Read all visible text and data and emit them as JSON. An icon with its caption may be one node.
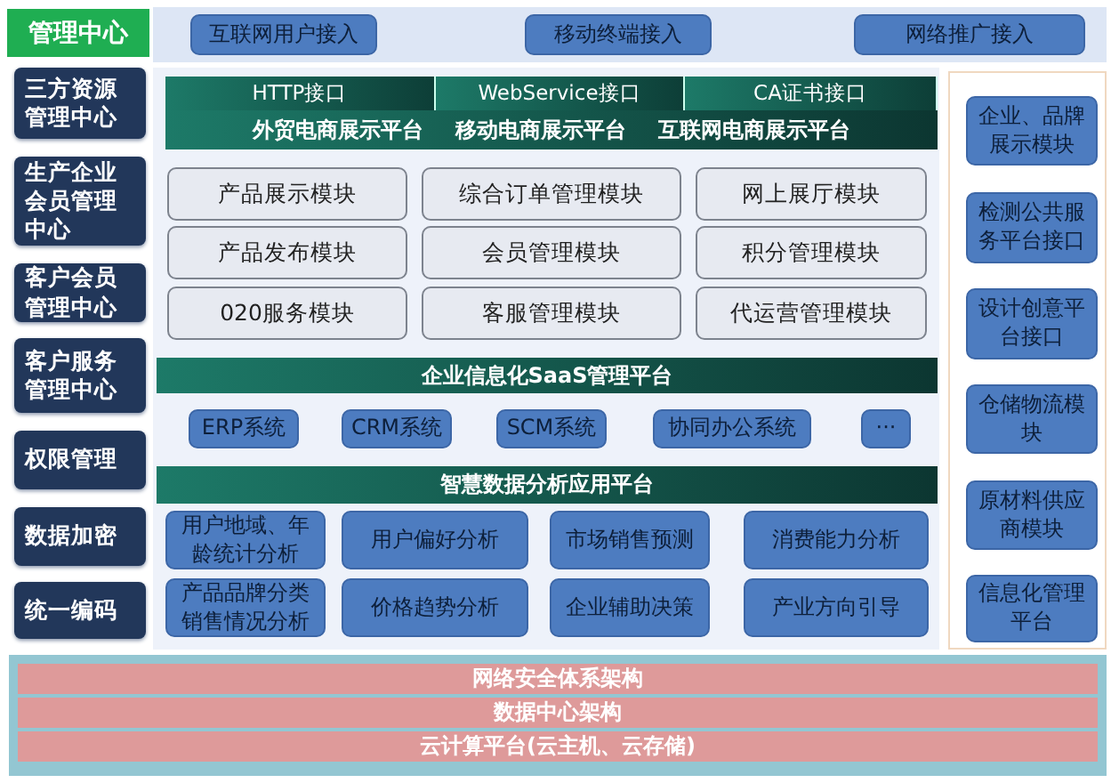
{
  "diagram": {
    "nodes": [
      {
        "text": [
          "管理中心"
        ]
      },
      {
        "text": [],
        "shape": "box"
      },
      {
        "text": [
          "互联网用户接入"
        ],
        "in": 1
      },
      {
        "text": [
          "移动终端接入"
        ],
        "in": 1
      },
      {
        "text": [
          "网络推广接入"
        ],
        "in": 1
      },
      {
        "text": [
          "三方资源管理中心"
        ]
      },
      {
        "text": [
          "生产企业会员管理中心"
        ]
      },
      {
        "text": [
          "客户会员管理中心"
        ]
      },
      {
        "text": [
          "客户服务管理中心"
        ]
      },
      {
        "text": [
          "权限管理"
        ]
      },
      {
        "text": [
          "数据加密"
        ]
      },
      {
        "text": [
          "统一编码"
        ]
      },
      {
        "text": [],
        "shape": "box"
      },
      {
        "text": [
          "HTTP接口"
        ],
        "in": 12
      },
      {
        "text": [
          "WebService接口"
        ],
        "in": 12
      },
      {
        "text": [
          "CA证书接口"
        ],
        "in": 12
      },
      {
        "text": [
          "外贸电商展示平台",
          "移动电商展示平台",
          "互联网电商展示平台"
        ],
        "in": 12
      },
      {
        "text": [
          "产品展示模块"
        ],
        "in": 12
      },
      {
        "text": [
          "综合订单管理模块"
        ],
        "in": 12
      },
      {
        "text": [
          "网上展厅模块"
        ],
        "in": 12
      },
      {
        "text": [
          "产品发布模块"
        ],
        "in": 12
      },
      {
        "text": [
          "会员管理模块"
        ],
        "in": 12
      },
      {
        "text": [
          "积分管理模块"
        ],
        "in": 12
      },
      {
        "text": [
          "020服务模块"
        ],
        "in": 12
      },
      {
        "text": [
          "客服管理模块"
        ],
        "in": 12
      },
      {
        "text": [
          "代运营管理模块"
        ],
        "in": 12
      },
      {
        "text": [
          "企业信息化SaaS管理平台"
        ],
        "in": 12
      },
      {
        "text": [
          "ERP系统"
        ],
        "in": 12
      },
      {
        "text": [
          "CRM系统"
        ],
        "in": 12
      },
      {
        "text": [
          "SCM系统"
        ],
        "in": 12
      },
      {
        "text": [
          "协同办公系统"
        ],
        "in": 12
      },
      {
        "text": [
          "···"
        ],
        "in": 12
      },
      {
        "text": [
          "智慧数据分析应用平台"
        ],
        "in": 12
      },
      {
        "text": [
          "用户地域、年龄统计分析"
        ],
        "in": 12
      },
      {
        "text": [
          "用户偏好分析"
        ],
        "in": 12
      },
      {
        "text": [
          "市场销售预测"
        ],
        "in": 12
      },
      {
        "text": [
          "消费能力分析"
        ],
        "in": 12
      },
      {
        "text": [
          "产品品牌分类销售情况分析"
        ],
        "in": 12
      },
      {
        "text": [
          "价格趋势分析"
        ],
        "in": 12
      },
      {
        "text": [
          "企业辅助决策"
        ],
        "in": 12
      },
      {
        "text": [
          "产业方向引导"
        ],
        "in": 12
      },
      {
        "text": [],
        "shape": "box"
      },
      {
        "text": [
          "企业、品牌展示模块"
        ],
        "in": 41
      },
      {
        "text": [
          "检测公共服务平台接口"
        ],
        "in": 41
      },
      {
        "text": [
          "设计创意平台接口"
        ],
        "in": 41
      },
      {
        "text": [
          "仓储物流模块"
        ],
        "in": 41
      },
      {
        "text": [
          "原材料供应商模块"
        ],
        "in": 41
      },
      {
        "text": [
          "信息化管理平台"
        ],
        "in": 41
      },
      {
        "text": [],
        "shape": "box"
      },
      {
        "text": [
          "网络安全体系架构"
        ],
        "in": 48
      },
      {
        "text": [
          "数据中心架构"
        ],
        "in": 48
      },
      {
        "text": [
          "云计算平台(云主机、云存储)"
        ],
        "in": 48
      }
    ]
  }
}
